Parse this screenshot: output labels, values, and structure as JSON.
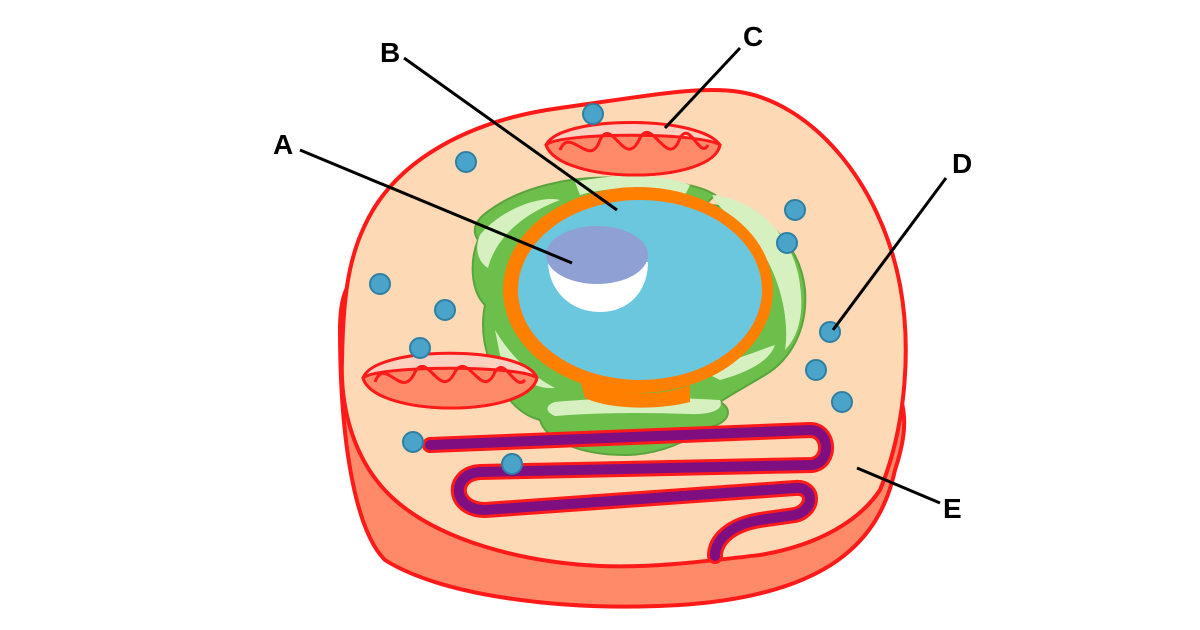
{
  "diagram": {
    "labels": [
      {
        "id": "A",
        "text": "A"
      },
      {
        "id": "B",
        "text": "B"
      },
      {
        "id": "C",
        "text": "C"
      },
      {
        "id": "D",
        "text": "D"
      },
      {
        "id": "E",
        "text": "E"
      }
    ]
  },
  "colors": {
    "membrane": "#ff1a1a",
    "cell_side": "#ff8a6a",
    "cytoplasm": "#fdd9b5",
    "nucleus": "#6ac7de",
    "nuclear_envelope": "#ff7f00",
    "nucleolus": "#8fa0d4",
    "er": "#6cbf4b",
    "er_light": "#d7f0c0",
    "mitochondrion": "#ff8a6a",
    "mito_inner": "#fdd0c0",
    "ribosome": "#4aa3c8",
    "microtubule": "#7f0f80"
  }
}
